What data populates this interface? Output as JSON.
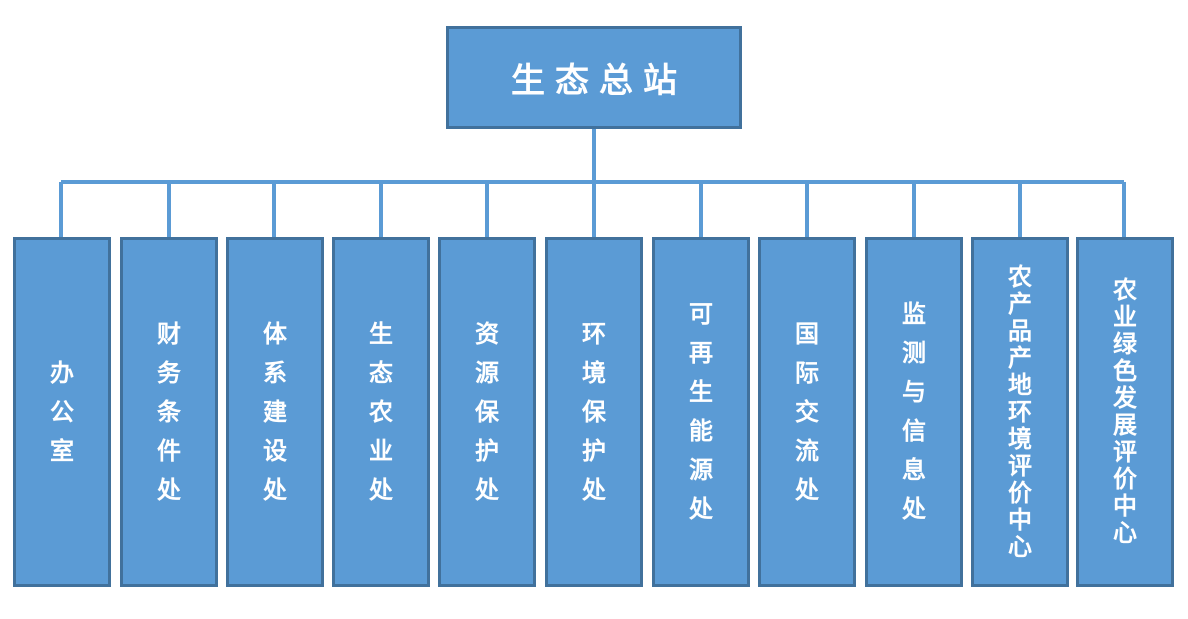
{
  "diagram": {
    "colors": {
      "box_fill": "#5b9bd5",
      "box_border": "#41719c",
      "text": "#ffffff"
    },
    "root": {
      "label": "生态总站"
    },
    "children": [
      {
        "label": "办公室"
      },
      {
        "label": "财务条件处"
      },
      {
        "label": "体系建设处"
      },
      {
        "label": "生态农业处"
      },
      {
        "label": "资源保护处"
      },
      {
        "label": "环境保护处"
      },
      {
        "label": "可再生能源处"
      },
      {
        "label": "国际交流处"
      },
      {
        "label": "监测与信息处"
      },
      {
        "label": "农产品产地环境评价中心"
      },
      {
        "label": "农业绿色发展评价中心"
      }
    ]
  }
}
